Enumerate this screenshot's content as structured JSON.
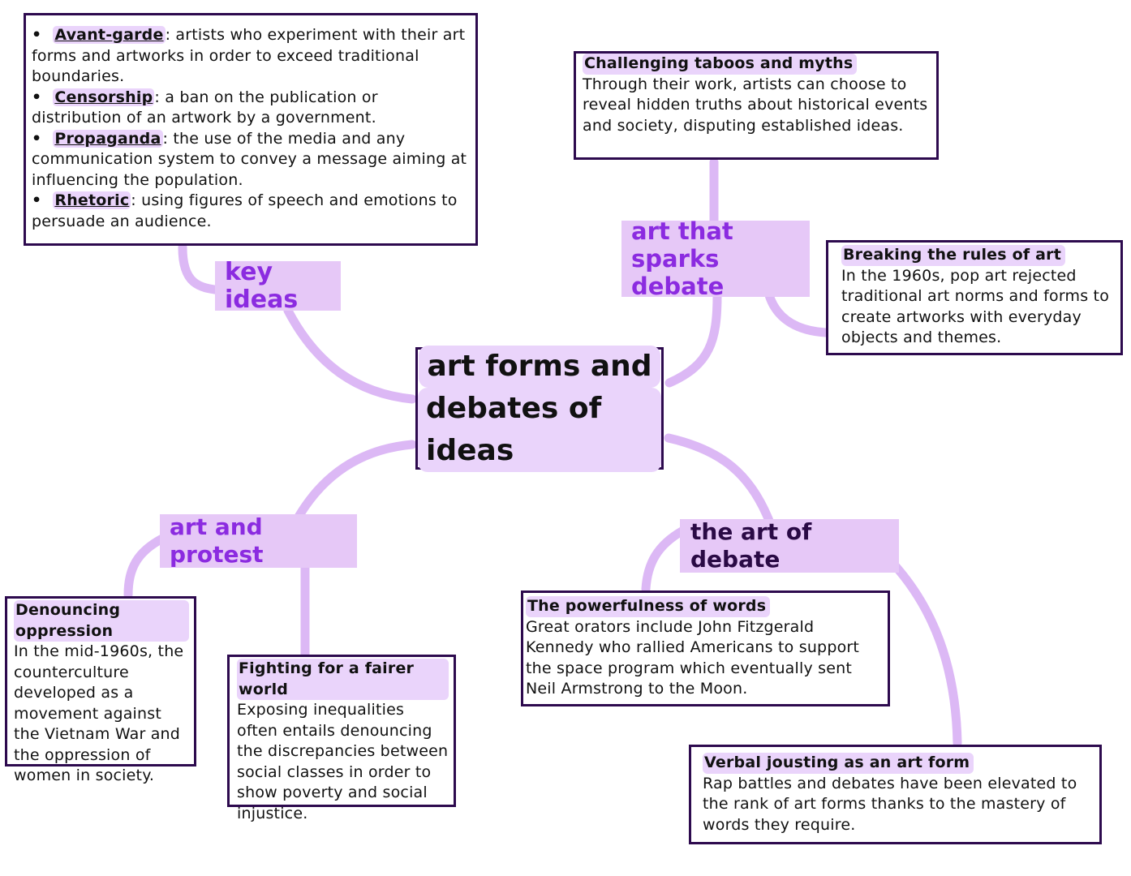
{
  "central": {
    "line1": "art forms and",
    "line2": "debates of ideas"
  },
  "branches": {
    "key_ideas": "key ideas",
    "art_debate_line1": "art that",
    "art_debate_line2": "sparks debate",
    "art_protest": "art and protest",
    "art_of_debate": "the art of debate"
  },
  "key_ideas": [
    {
      "term": "Avant-garde",
      "definition": ": artists who experiment with their art forms and artworks in order to exceed traditional boundaries."
    },
    {
      "term": "Censorship",
      "definition": ": a ban on the publication or distribution of an artwork by a government."
    },
    {
      "term": "Propaganda",
      "definition": ": the use of the media and any communication system to convey a message aiming at influencing the population."
    },
    {
      "term": "Rhetoric",
      "definition": ": using figures of speech and emotions to persuade an audience."
    }
  ],
  "bullet": "•",
  "cards": {
    "taboos": {
      "title": "Challenging taboos and myths",
      "body": "Through their work, artists can choose to reveal hidden truths about historical events and society, disputing established ideas."
    },
    "rules": {
      "title": "Breaking the rules of art",
      "body": "In the 1960s, pop art rejected traditional art norms and forms to create artworks with everyday objects and themes."
    },
    "oppression": {
      "title": "Denouncing oppression",
      "body": "In the mid-1960s, the counterculture developed as a movement against the Vietnam War and the oppression of women in society."
    },
    "fairer": {
      "title": "Fighting for a fairer world",
      "body": "Exposing inequalities often entails denouncing the discrepancies between social classes in order to show poverty and social injustice."
    },
    "words": {
      "title": "The powerfulness of words",
      "body": "Great orators include John Fitzgerald Kennedy who rallied Americans to support the space program which eventually sent Neil Armstrong to the Moon."
    },
    "jousting": {
      "title": "Verbal jousting as an art form",
      "body": "Rap battles and debates have been elevated to the rank of art forms thanks to the mastery of words they require."
    }
  },
  "colors": {
    "connector": "#dcb8f5",
    "branch_fill": "#e6c8f7",
    "branch_text": "#8b2be0",
    "border": "#2d0a4e",
    "highlight": "#ead4fb"
  }
}
